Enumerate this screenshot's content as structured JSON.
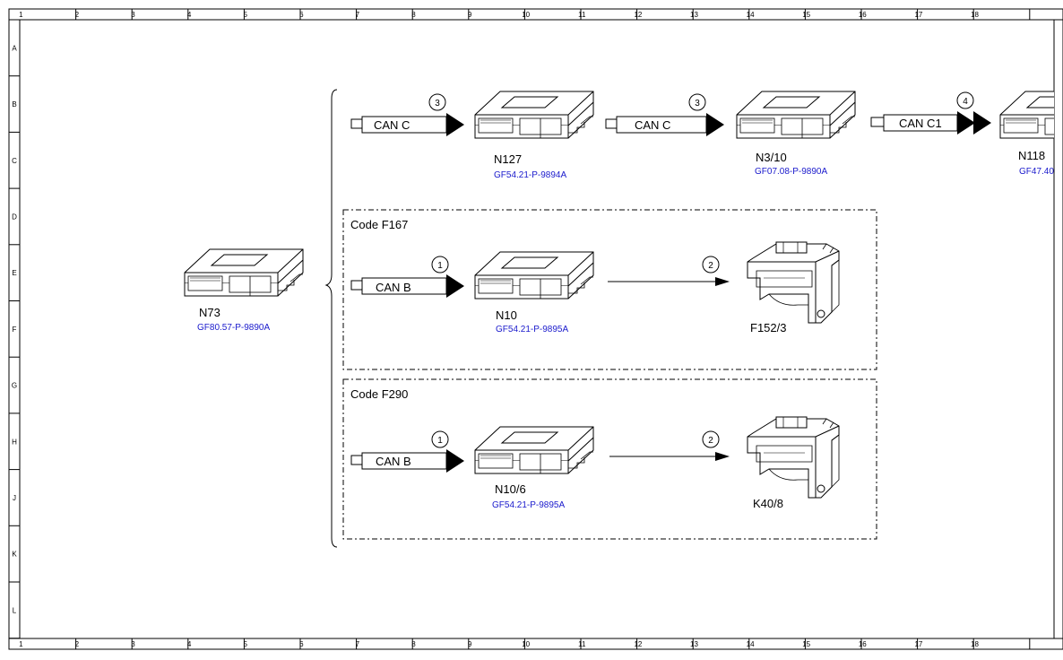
{
  "frame": {
    "columns": [
      "1",
      "2",
      "3",
      "4",
      "5",
      "6",
      "7",
      "8",
      "9",
      "10",
      "11",
      "12",
      "13",
      "14",
      "15",
      "16",
      "17",
      "18"
    ],
    "rows": [
      "A",
      "B",
      "C",
      "D",
      "E",
      "F",
      "G",
      "H",
      "J",
      "K",
      "L"
    ]
  },
  "source_unit": {
    "label": "N73",
    "ref": "GF80.57-P-9890A"
  },
  "chain": [
    {
      "bus": "CAN C",
      "num": "3",
      "label": "N127",
      "ref": "GF54.21-P-9894A"
    },
    {
      "bus": "CAN C",
      "num": "3",
      "label": "N3/10",
      "ref": "GF07.08-P-9890A"
    },
    {
      "bus": "CAN C1",
      "num": "4",
      "label": "N118",
      "ref": "GF47.40"
    }
  ],
  "groups": [
    {
      "title": "Code F167",
      "bus": "CAN B",
      "bus_num": "1",
      "unit_label": "N10",
      "unit_ref": "GF54.21-P-9895A",
      "link_num": "2",
      "component_label": "F152/3"
    },
    {
      "title": "Code F290",
      "bus": "CAN B",
      "bus_num": "1",
      "unit_label": "N10/6",
      "unit_ref": "GF54.21-P-9895A",
      "link_num": "2",
      "component_label": "K40/8"
    }
  ]
}
